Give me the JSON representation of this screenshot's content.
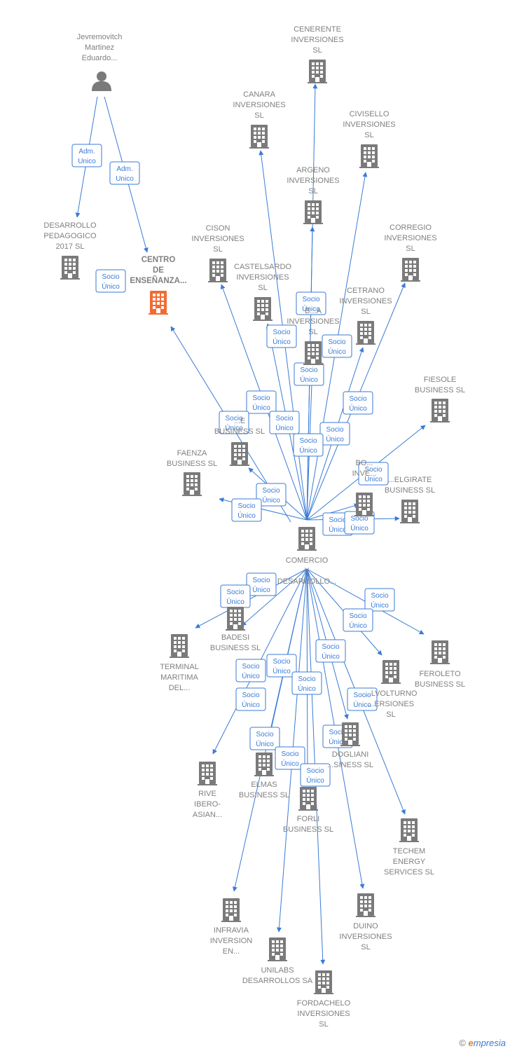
{
  "colors": {
    "edge": "#3a7bd5",
    "company": "#7a7a7a",
    "highlight": "#f26b34",
    "person": "#7a7a7a",
    "label": "#808080"
  },
  "person": {
    "name": [
      "Jevremovitch",
      "Martinez",
      "Eduardo..."
    ],
    "icon": "person-icon"
  },
  "main_company": {
    "name": [
      "CENTRO",
      "DE",
      "ENSEÑANZA..."
    ],
    "icon": "building-icon"
  },
  "hub_company": {
    "name": [
      "COMERCIO",
      "Y",
      "DESARROLLO..."
    ],
    "icon": "building-icon"
  },
  "companies": [
    {
      "id": "desarrollo",
      "name": [
        "DESARROLLO",
        "PEDAGOGICO",
        "2017  SL"
      ]
    },
    {
      "id": "cenerente",
      "name": [
        "CENERENTE",
        "INVERSIONES",
        "SL"
      ]
    },
    {
      "id": "canara",
      "name": [
        "CANARA",
        "INVERSIONES",
        "SL"
      ]
    },
    {
      "id": "civisello",
      "name": [
        "CIVISELLO",
        "INVERSIONES",
        "SL"
      ]
    },
    {
      "id": "argeno",
      "name": [
        "ARGENO",
        "INVERSIONES",
        "SL"
      ]
    },
    {
      "id": "cison",
      "name": [
        "CISON",
        "INVERSIONES",
        "SL"
      ]
    },
    {
      "id": "corregio",
      "name": [
        "CORREGIO",
        "INVERSIONES",
        "SL"
      ]
    },
    {
      "id": "castelsardo",
      "name": [
        "CASTELSARDO",
        "INVERSIONES",
        "SL"
      ]
    },
    {
      "id": "cetrano",
      "name": [
        "CETRANO",
        "INVERSIONES",
        "SL"
      ]
    },
    {
      "id": "bra",
      "name": [
        "B...A",
        "INVERSIONES",
        "SL"
      ]
    },
    {
      "id": "fiesole",
      "name": [
        "FIESOLE",
        "BUSINESS  SL"
      ]
    },
    {
      "id": "bbusiness",
      "name": [
        "...E",
        "BUSINESS  SL"
      ]
    },
    {
      "id": "faenza",
      "name": [
        "FAENZA",
        "BUSINESS  SL"
      ]
    },
    {
      "id": "bolzano",
      "name": [
        "BO...",
        "INVE..."
      ]
    },
    {
      "id": "belgirate",
      "name": [
        "...ELGIRATE",
        "BUSINESS  SL"
      ]
    },
    {
      "id": "terminal",
      "name": [
        "TERMINAL",
        "MARITIMA",
        "DEL..."
      ]
    },
    {
      "id": "badesi",
      "name": [
        "BADESI",
        "BUSINESS  SL"
      ]
    },
    {
      "id": "feroleto",
      "name": [
        "FEROLETO",
        "BUSINESS  SL"
      ]
    },
    {
      "id": "volturno",
      "name": [
        "...LVOLTURNO",
        "...ERSIONES",
        "SL"
      ]
    },
    {
      "id": "dogliani",
      "name": [
        "DOGLIANI",
        "...SINESS  SL"
      ]
    },
    {
      "id": "elmas",
      "name": [
        "ELMAS",
        "BUSINESS  SL"
      ]
    },
    {
      "id": "rive",
      "name": [
        "RIVE",
        "IBERO-",
        "ASIAN..."
      ]
    },
    {
      "id": "forli",
      "name": [
        "FORLI",
        "BUSINESS  SL"
      ]
    },
    {
      "id": "techem",
      "name": [
        "TECHEM",
        "ENERGY",
        "SERVICES  SL"
      ]
    },
    {
      "id": "infravia",
      "name": [
        "INFRAVIA",
        "INVERSION",
        "EN..."
      ]
    },
    {
      "id": "duino",
      "name": [
        "DUINO",
        "INVERSIONES",
        "SL"
      ]
    },
    {
      "id": "unilabs",
      "name": [
        "UNILABS",
        "DESARROLLOS SA"
      ]
    },
    {
      "id": "fordachelo",
      "name": [
        "FORDACHELO",
        "INVERSIONES",
        "SL"
      ]
    }
  ],
  "edge_labels": {
    "adm": [
      "Adm.",
      "Unico"
    ],
    "socio": [
      "Socio",
      "Único"
    ]
  },
  "footer": {
    "copyright": "©",
    "brand_first": "e",
    "brand_rest": "mpresia"
  }
}
